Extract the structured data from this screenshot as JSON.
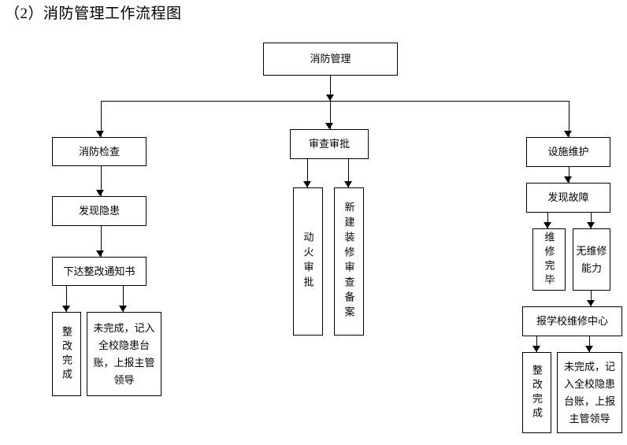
{
  "title": "（2）消防管理工作流程图",
  "flowchart": {
    "type": "flowchart",
    "orientation": "top-down",
    "root": {
      "id": "root",
      "label": "消防管理"
    },
    "branches": [
      {
        "id": "branch-inspection",
        "label": "消防检查",
        "steps": [
          {
            "id": "find-hazard",
            "label": "发现隐患"
          },
          {
            "id": "issue-notice",
            "label": "下达整改通知书"
          }
        ],
        "outcomes": [
          {
            "id": "rectified-left",
            "label": "整改完成",
            "text_direction": "vertical"
          },
          {
            "id": "not-rectified-left",
            "label": "未完成，记入全校隐患台账，上报主管领导",
            "text_direction": "horizontal"
          }
        ]
      },
      {
        "id": "branch-approval",
        "label": "审查审批",
        "steps": [],
        "outcomes": [
          {
            "id": "hot-work-approval",
            "label": "动火审批",
            "text_direction": "vertical"
          },
          {
            "id": "construction-filing",
            "label": "新建装修审查备案",
            "text_direction": "vertical"
          }
        ]
      },
      {
        "id": "branch-maintenance",
        "label": "设施维护",
        "steps": [
          {
            "id": "find-fault",
            "label": "发现故障"
          }
        ],
        "outcomes": [
          {
            "id": "repair-done",
            "label": "维修完毕",
            "text_direction": "vertical"
          },
          {
            "id": "no-repair-capacity",
            "label": "无维修能力",
            "text_direction": "vertical"
          }
        ],
        "escalation": {
          "id": "report-center",
          "label": "报学校维修中心"
        },
        "final_outcomes": [
          {
            "id": "rectified-right",
            "label": "整改完成",
            "text_direction": "vertical"
          },
          {
            "id": "not-rectified-right",
            "label": "未完成，记入全校隐患台账，上报主管领导",
            "text_direction": "horizontal"
          }
        ]
      }
    ],
    "colors": {
      "line": "#000000",
      "box_fill": "#ffffff",
      "text": "#000000"
    }
  }
}
